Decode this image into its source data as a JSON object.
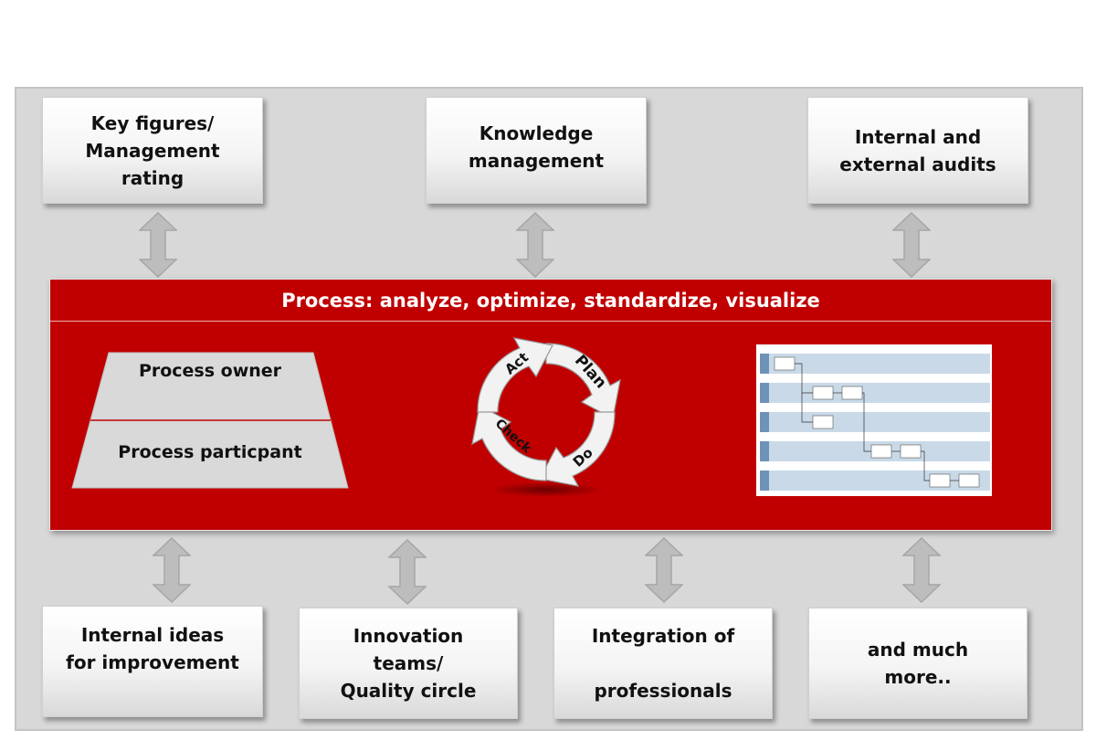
{
  "top_boxes": [
    {
      "lines": [
        "Key figures/",
        "Management",
        "rating"
      ]
    },
    {
      "lines": [
        "Knowledge",
        "management"
      ]
    },
    {
      "lines": [
        "Internal and",
        "external audits"
      ]
    }
  ],
  "bottom_boxes": [
    {
      "lines": [
        "Internal ideas",
        "for improvement"
      ]
    },
    {
      "lines": [
        "Innovation",
        "teams/",
        "Quality circle"
      ]
    },
    {
      "lines": [
        "Integration of",
        "",
        "professionals"
      ]
    },
    {
      "lines": [
        "and much",
        "more.."
      ]
    }
  ],
  "process": {
    "title": "Process: analyze, optimize, standardize, visualize",
    "roles": {
      "owner": "Process owner",
      "participant": "Process particpant"
    },
    "pdca": {
      "act": "Act",
      "plan": "Plan",
      "do": "Do",
      "check": "Check"
    }
  },
  "colors": {
    "accent_red": "#c00000",
    "frame_gray": "#d8d8d8",
    "arrow_gray": "#bdbdbd"
  }
}
